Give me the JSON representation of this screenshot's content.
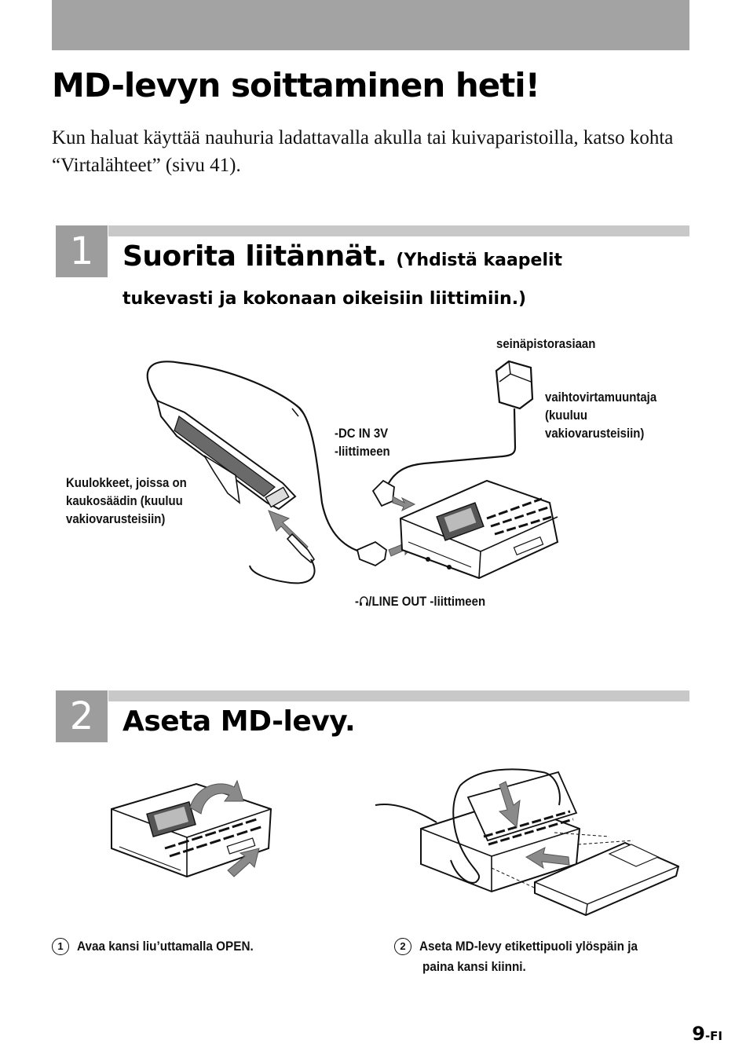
{
  "page": {
    "title": "MD-levyn soittaminen heti!",
    "intro": "Kun haluat käyttää nauhuria ladattavalla akulla tai kuivaparistoilla, katso kohta “Virtalähteet” (sivu 41).",
    "page_number": "9",
    "page_suffix": "-FI"
  },
  "step1": {
    "number": "1",
    "title": "Suorita liitännät.",
    "subtitle_part1": "(Yhdistä kaapelit",
    "subtitle_part2": "tukevasti ja kokonaan oikeisiin liittimiin.)",
    "labels": {
      "wall_outlet": "seinäpistorasiaan",
      "ac_adaptor_l1": "vaihtovirtamuuntaja",
      "ac_adaptor_l2": "(kuuluu",
      "ac_adaptor_l3": "vakiovarusteisiin)",
      "dc_in_l1": "-DC IN 3V",
      "dc_in_l2": "-liittimeen",
      "headphones_l1": "Kuulokkeet, joissa on",
      "headphones_l2": "kaukosäädin (kuuluu",
      "headphones_l3": "vakiovarusteisiin)",
      "line_out_prefix": "-",
      "line_out": "/LINE OUT -liittimeen"
    }
  },
  "step2": {
    "number": "2",
    "title": "Aseta MD-levy.",
    "instructions": [
      {
        "num": "1",
        "text": "Avaa kansi liu’uttamalla OPEN."
      },
      {
        "num": "2",
        "text_l1": "Aseta MD-levy etikettipuoli ylöspäin ja",
        "text_l2": "paina kansi kiinni."
      }
    ]
  },
  "icons": [
    "headphone-icon",
    "recorder-illustration",
    "ac-adaptor-illustration",
    "remote-control-illustration",
    "minidisc-illustration",
    "arrow-icon"
  ]
}
